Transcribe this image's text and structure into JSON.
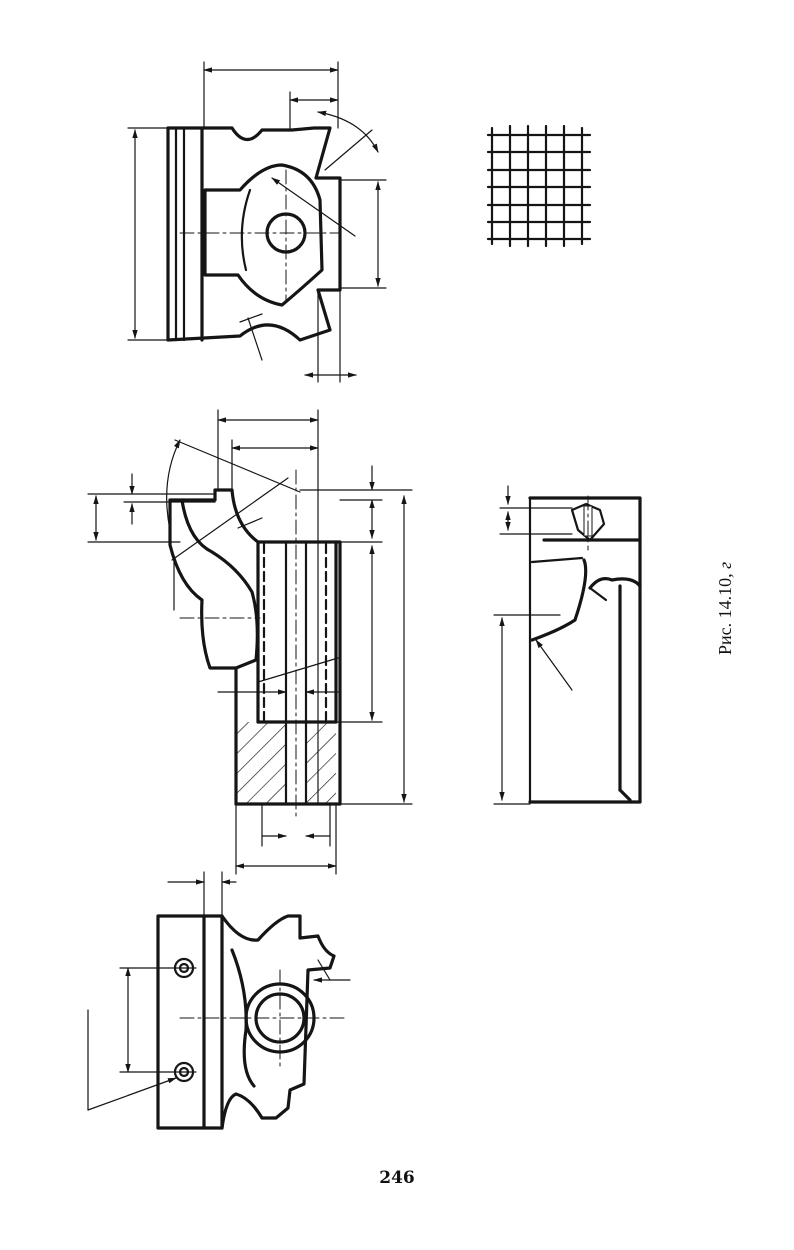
{
  "figure": {
    "caption": "Рис. 14.10,",
    "caption_suffix": "г"
  },
  "page": {
    "number": "246"
  }
}
